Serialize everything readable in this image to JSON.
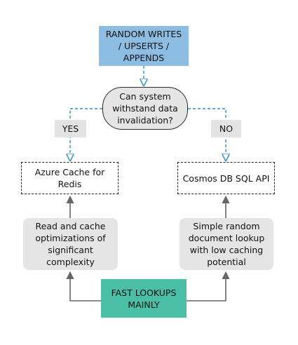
{
  "nodes": {
    "top": "RANDOM WRITES\n/ UPSERTS /\nAPPENDS",
    "decision": "Can system\nwithstand data\ninvalidation?",
    "yes": "YES",
    "no": "NO",
    "azure": "Azure Cache for\nRedis",
    "cosmos": "Cosmos DB SQL API",
    "read_cache": "Read and cache\noptimizations of\nsignificant\ncomplexity",
    "simple_lookup": "Simple random\ndocument lookup\nwith low caching\npotential",
    "fast": "FAST LOOKUPS\nMAINLY"
  },
  "colors": {
    "top_fill": "#8dbde3",
    "fast_fill": "#4bbfa6",
    "gray_fill": "#e5e5e5",
    "dashed_arrow": "#2f8cc4",
    "solid_arrow": "#666666"
  }
}
